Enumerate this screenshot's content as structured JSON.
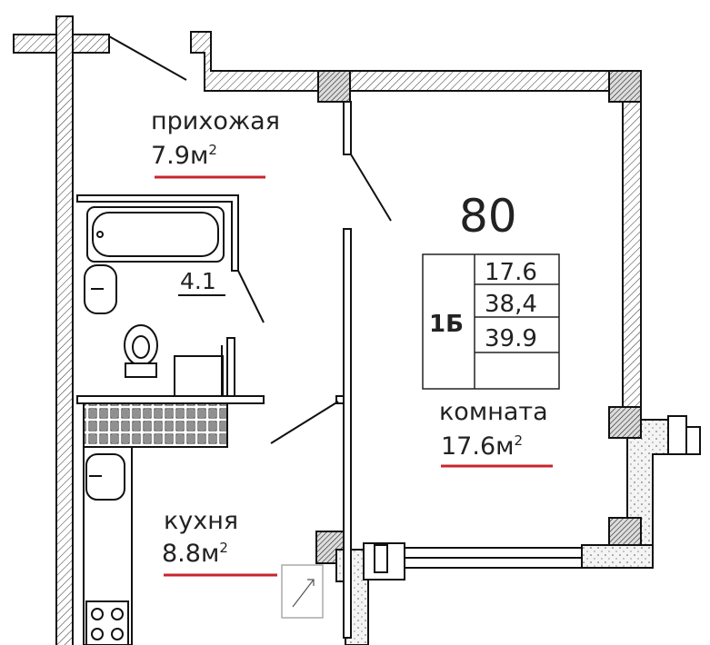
{
  "rooms": {
    "hall": {
      "name": "прихожая",
      "area": "7.9м",
      "sup": "2"
    },
    "bathroom": {
      "area": "4.1"
    },
    "room": {
      "name": "комната",
      "area": "17.6м",
      "sup": "2"
    },
    "kitchen": {
      "name": "кухня",
      "area": "8.8м",
      "sup": "2"
    }
  },
  "apartment_number": "80",
  "info_table": {
    "type": "1Б",
    "values": [
      "17.6",
      "38,4",
      "39.9"
    ]
  },
  "colors": {
    "underline": "#c8242b",
    "walls": "#111111"
  }
}
